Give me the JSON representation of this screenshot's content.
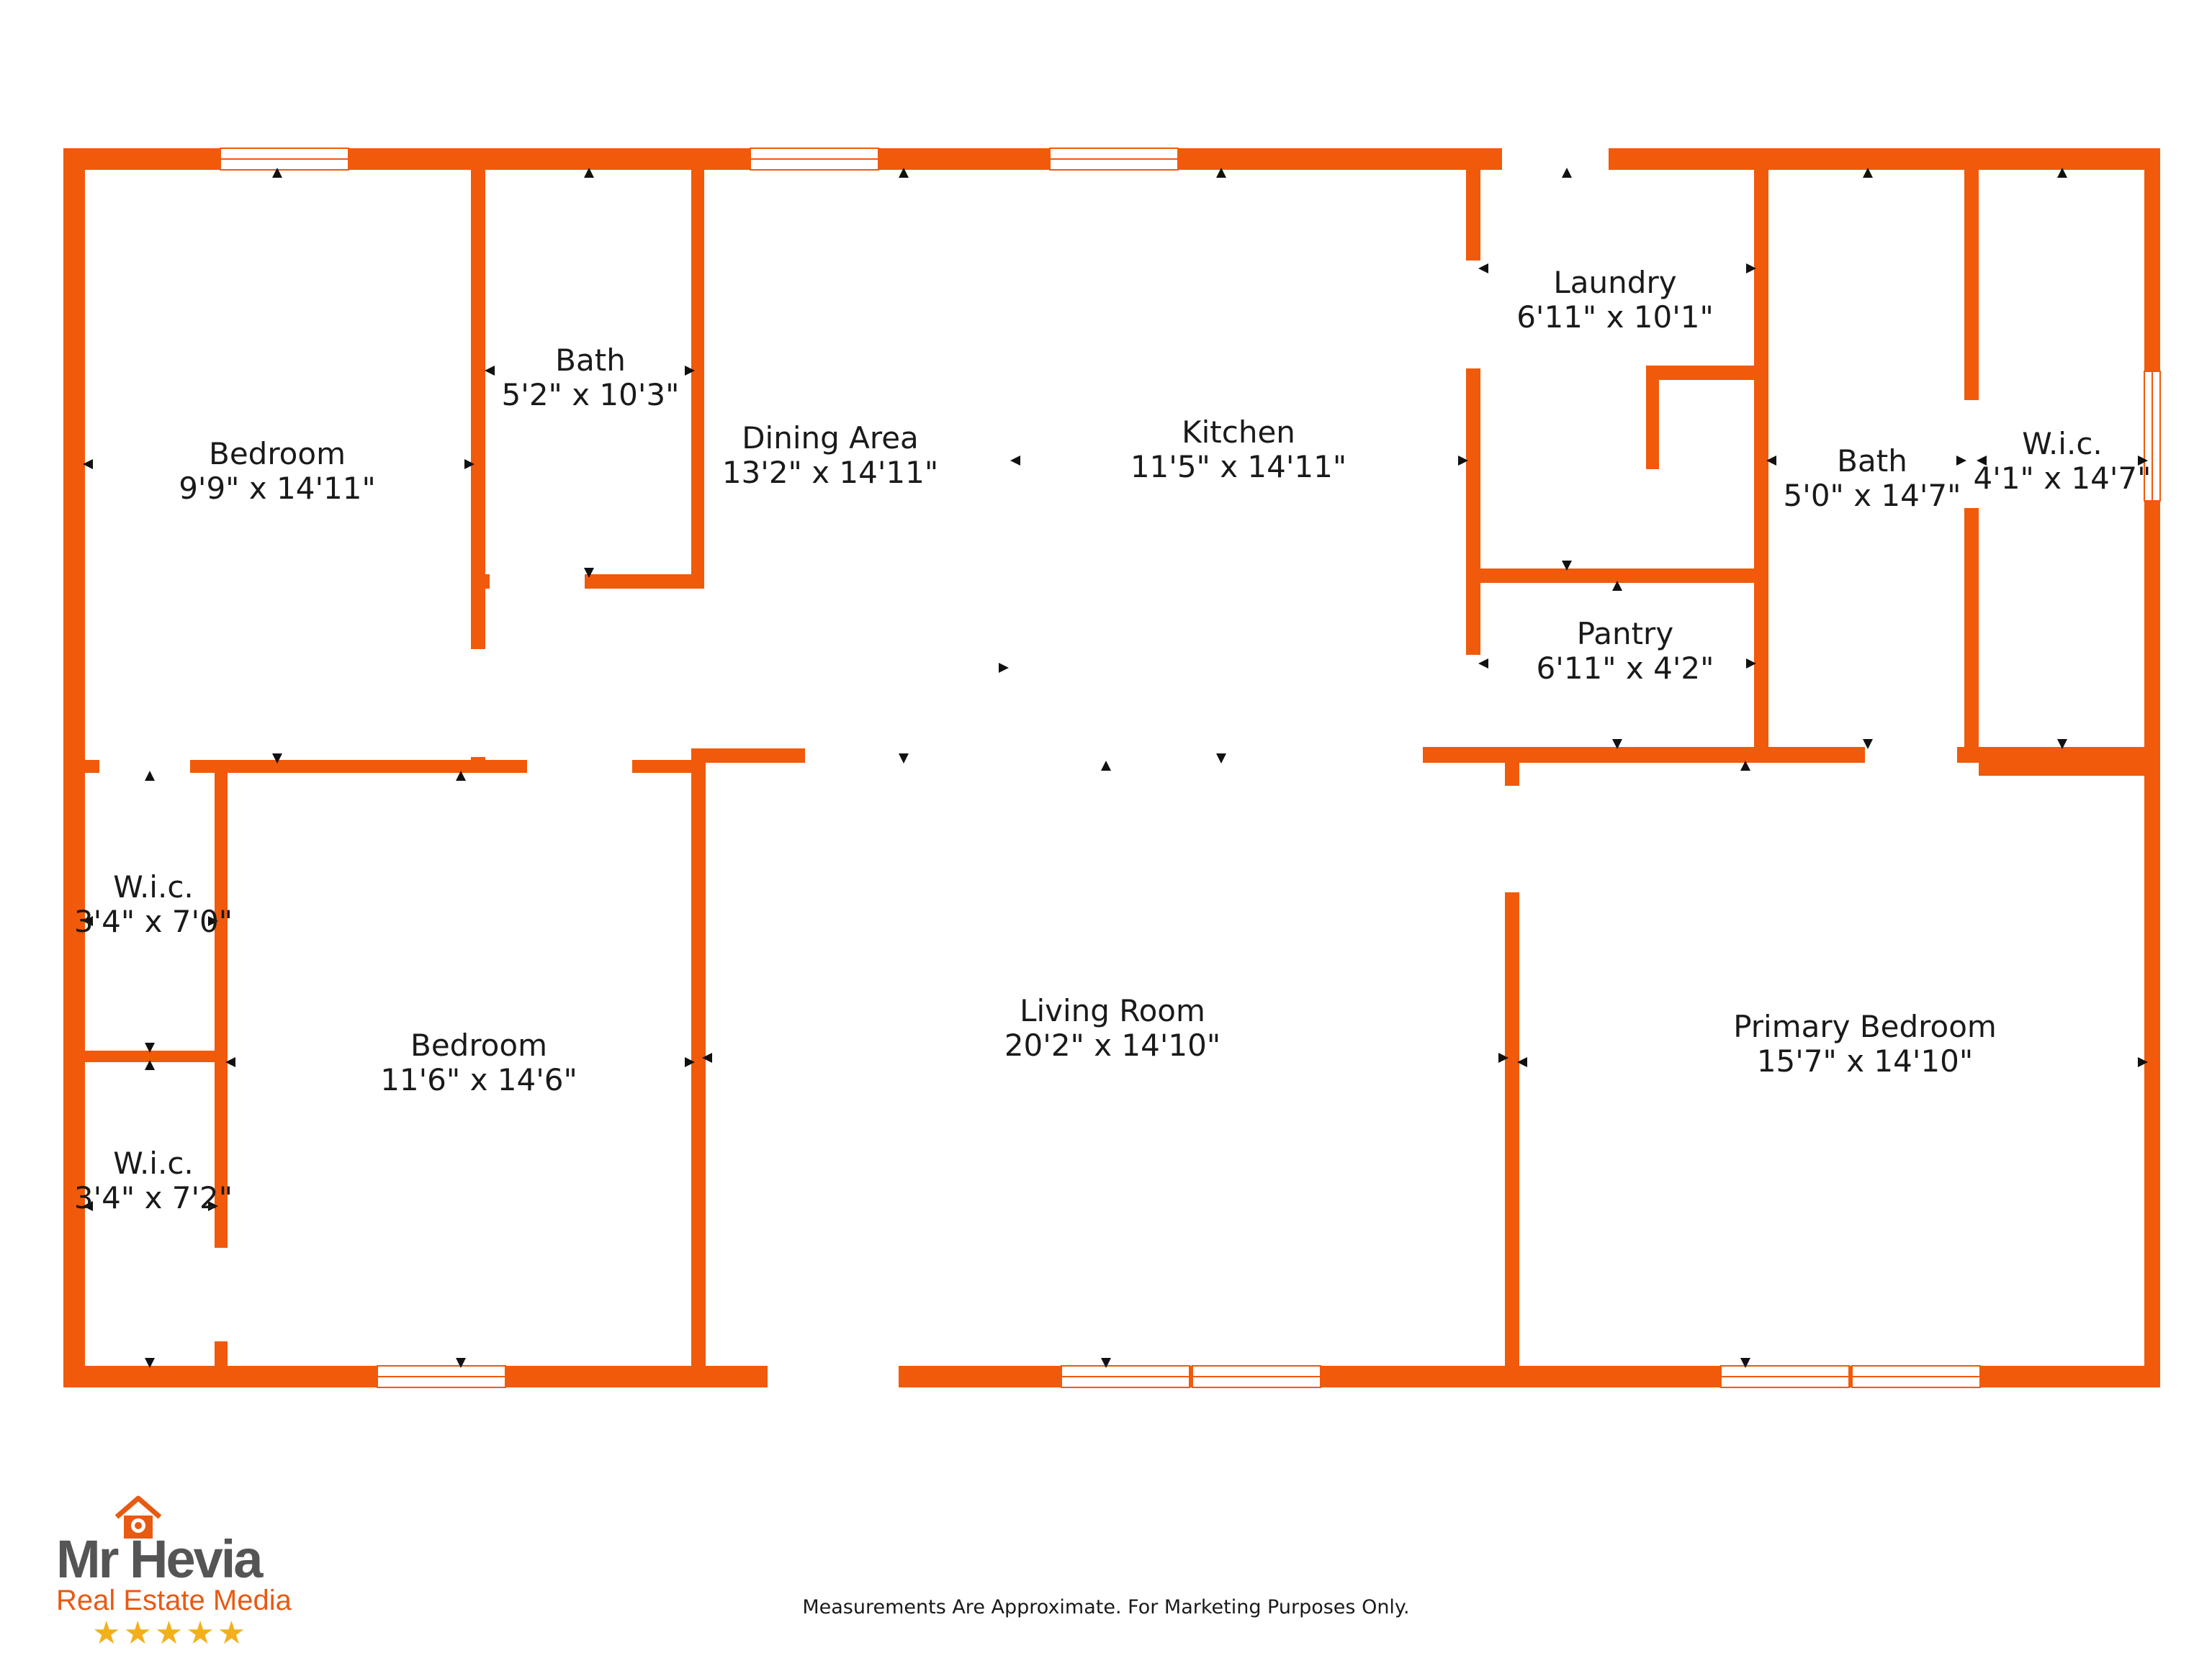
{
  "colors": {
    "wall": "#F05A0A",
    "window": "#FFFFFF",
    "text": "#1A1A1A",
    "brand_orange": "#E85A12",
    "brand_gray": "#555555",
    "star": "#F2B01E"
  },
  "rooms": {
    "bedroom_1": {
      "name": "Bedroom",
      "size": "9'9\" x 14'11\""
    },
    "bath_1": {
      "name": "Bath",
      "size": "5'2\" x 10'3\""
    },
    "dining": {
      "name": "Dining Area",
      "size": "13'2\" x 14'11\""
    },
    "kitchen": {
      "name": "Kitchen",
      "size": "11'5\" x 14'11\""
    },
    "laundry": {
      "name": "Laundry",
      "size": "6'11\" x 10'1\""
    },
    "pantry": {
      "name": "Pantry",
      "size": "6'11\" x 4'2\""
    },
    "bath_2": {
      "name": "Bath",
      "size": "5'0\" x 14'7\""
    },
    "wic_1": {
      "name": "W.i.c.",
      "size": "4'1\" x 14'7\""
    },
    "wic_2": {
      "name": "W.i.c.",
      "size": "3'4\" x 7'0\""
    },
    "wic_3": {
      "name": "W.i.c.",
      "size": "3'4\" x 7'2\""
    },
    "bedroom_2": {
      "name": "Bedroom",
      "size": "11'6\" x 14'6\""
    },
    "living": {
      "name": "Living Room",
      "size": "20'2\" x 14'10\""
    },
    "primary": {
      "name": "Primary Bedroom",
      "size": "15'7\" x 14'10\""
    }
  },
  "footer": {
    "disclaimer": "Measurements Are Approximate. For Marketing Purposes Only."
  },
  "logo": {
    "title": "Mr Hevia",
    "subtitle": "Real Estate Media",
    "stars": "★★★★★"
  }
}
